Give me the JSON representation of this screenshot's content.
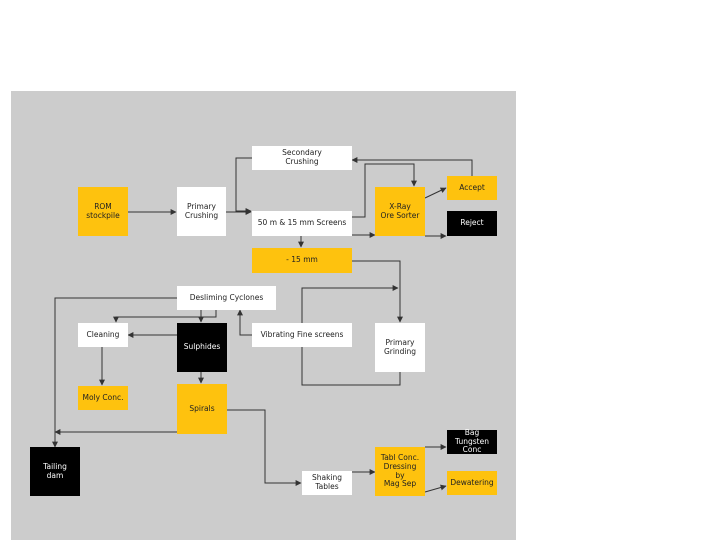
{
  "diagram": {
    "colors": {
      "panel": "#cccccc",
      "white_box": "#ffffff",
      "yellow_box": "#fec20e",
      "black_box": "#000000",
      "line": "#333333"
    },
    "nodes": {
      "rom": "ROM\nstockpile",
      "primary_crushing": "Primary\nCrushing",
      "secondary_crushing": "Secondary\nCrushing",
      "screens": "50 m & 15 mm Screens",
      "xray": "X-Ray\nOre Sorter",
      "accept": "Accept",
      "reject": "Reject",
      "minus15": "- 15 mm",
      "desliming": "Desliming Cyclones",
      "cleaning": "Cleaning",
      "sulphides": "Sulphides",
      "vibrating": "Vibrating Fine screens",
      "primary_grinding": "Primary\nGrinding",
      "moly": "Moly Conc.",
      "spirals": "Spirals",
      "tailing": "Tailing\ndam",
      "shaking": "Shaking\nTables",
      "tabl": "Tabl Conc.\nDressing\nby\nMag Sep",
      "bag": "Bag Tungsten\nConc",
      "dewatering": "Dewatering"
    }
  }
}
